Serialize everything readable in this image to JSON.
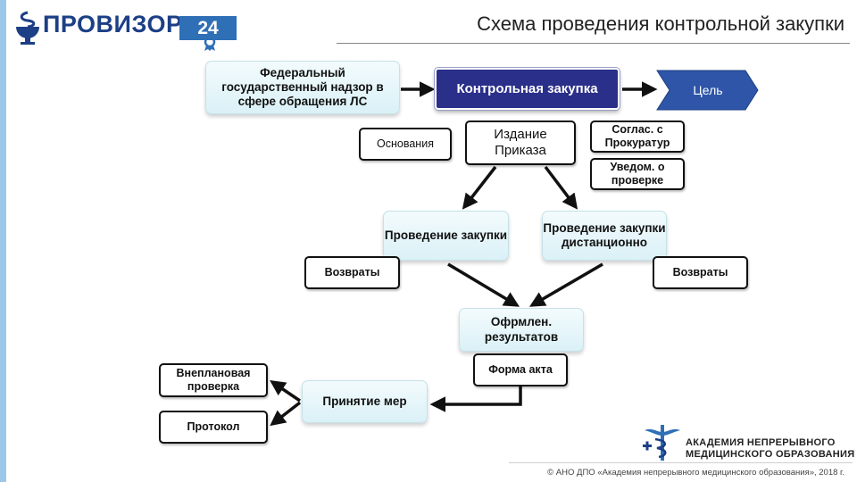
{
  "brand": {
    "name": "ПРОВИЗОР",
    "number": "24"
  },
  "slide_title": "Схема проведения контрольной закупки",
  "nodes": {
    "federal": "Федеральный государственный надзор в сфере обращения ЛС",
    "control": "Контрольная закупка",
    "goal": "Цель",
    "grounds": "Основания",
    "order": "Издание Приказа",
    "agree": "Соглас. с Прокуратур",
    "notify": "Уведом. о проверке",
    "conduct": "Проведение закупки",
    "conduct_remote": "Проведение закупки дистанционно",
    "returns_left": "Возвраты",
    "returns_right": "Возвраты",
    "results": "Офрмлен. результатов",
    "act_form": "Форма акта",
    "measures": "Принятие мер",
    "unplanned": "Внеплановая проверка",
    "protocol": "Протокол"
  },
  "academy": {
    "line1": "АКАДЕМИЯ НЕПРЕРЫВНОГО",
    "line2": "МЕДИЦИНСКОГО ОБРАЗОВАНИЯ"
  },
  "footer": "© АНО ДПО «Академия непрерывного медицинского образования», 2018 г.",
  "colors": {
    "dark_box": "#2a2f8a",
    "goal_arrow": "#2e55a8",
    "brand_blue": "#1c3f86",
    "accent_bar": "#9dc7e8"
  }
}
